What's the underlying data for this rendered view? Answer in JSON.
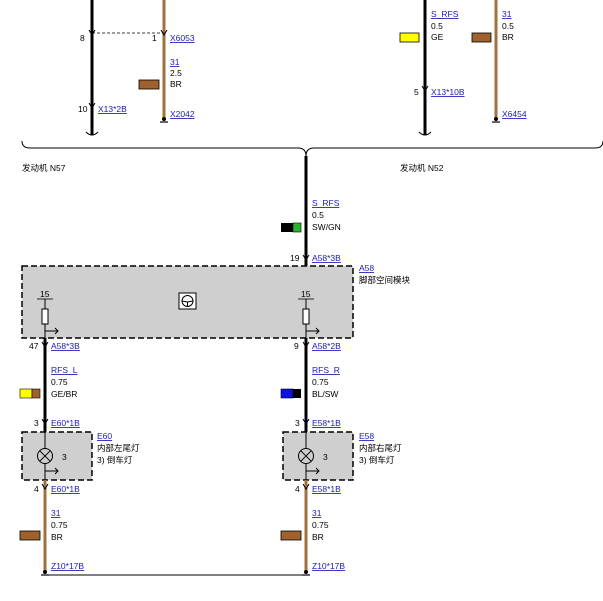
{
  "colors": {
    "wire_black": "#000000",
    "wire_brown": "#a0703f",
    "module_fill": "#cfcfcf",
    "link_blue": "#1a1ab8",
    "yellow": "#ffff00",
    "green": "#2bb52b",
    "blue": "#1010e0",
    "brown": "#a0622d"
  },
  "top_left": {
    "pin8": "8",
    "pin1": "1",
    "conn_x6053": "X6053",
    "wire_31_code": "31",
    "wire_31_gauge": "2.5",
    "wire_31_color": "BR",
    "pin10": "10",
    "conn_x13_2b": "X13*2B",
    "conn_x2042": "X2042"
  },
  "top_right": {
    "wire_srfs_code": "S_RFS",
    "wire_srfs_gauge": "0.5",
    "wire_srfs_color": "GE",
    "wire_31_code": "31",
    "wire_31_gauge": "0.5",
    "wire_31_color": "BR",
    "pin5": "5",
    "conn_x13_10b": "X13*10B",
    "conn_x6454": "X6454"
  },
  "engines": {
    "left": "发动机 N57",
    "right": "发动机 N52"
  },
  "center_wire": {
    "code": "S_RFS",
    "gauge": "0.5",
    "color": "SW/GN",
    "pin": "19",
    "conn": "A58*3B"
  },
  "module": {
    "id": "A58",
    "name": "脚部空间模块",
    "fuse_left": "15",
    "fuse_right": "15"
  },
  "left_branch": {
    "pin_out": "47",
    "conn_out": "A58*3B",
    "wire_code": "RFS_L",
    "wire_gauge": "0.75",
    "wire_color": "GE/BR",
    "pin_in": "3",
    "conn_in": "E60*1B",
    "lamp_id": "E60",
    "lamp_name": "内部左尾灯",
    "lamp_note": "3)  倒车灯",
    "lamp_pin": "3",
    "pin_gnd": "4",
    "conn_gnd": "E60*1B",
    "gnd_code": "31",
    "gnd_gauge": "0.75",
    "gnd_color": "BR",
    "ground": "Z10*17B"
  },
  "right_branch": {
    "pin_out": "9",
    "conn_out": "A58*2B",
    "wire_code": "RFS_R",
    "wire_gauge": "0.75",
    "wire_color": "BL/SW",
    "pin_in": "3",
    "conn_in": "E58*1B",
    "lamp_id": "E58",
    "lamp_name": "内部右尾灯",
    "lamp_note": "3)  倒车灯",
    "lamp_pin": "3",
    "pin_gnd": "4",
    "conn_gnd": "E58*1B",
    "gnd_code": "31",
    "gnd_gauge": "0.75",
    "gnd_color": "BR",
    "ground": "Z10*17B"
  }
}
